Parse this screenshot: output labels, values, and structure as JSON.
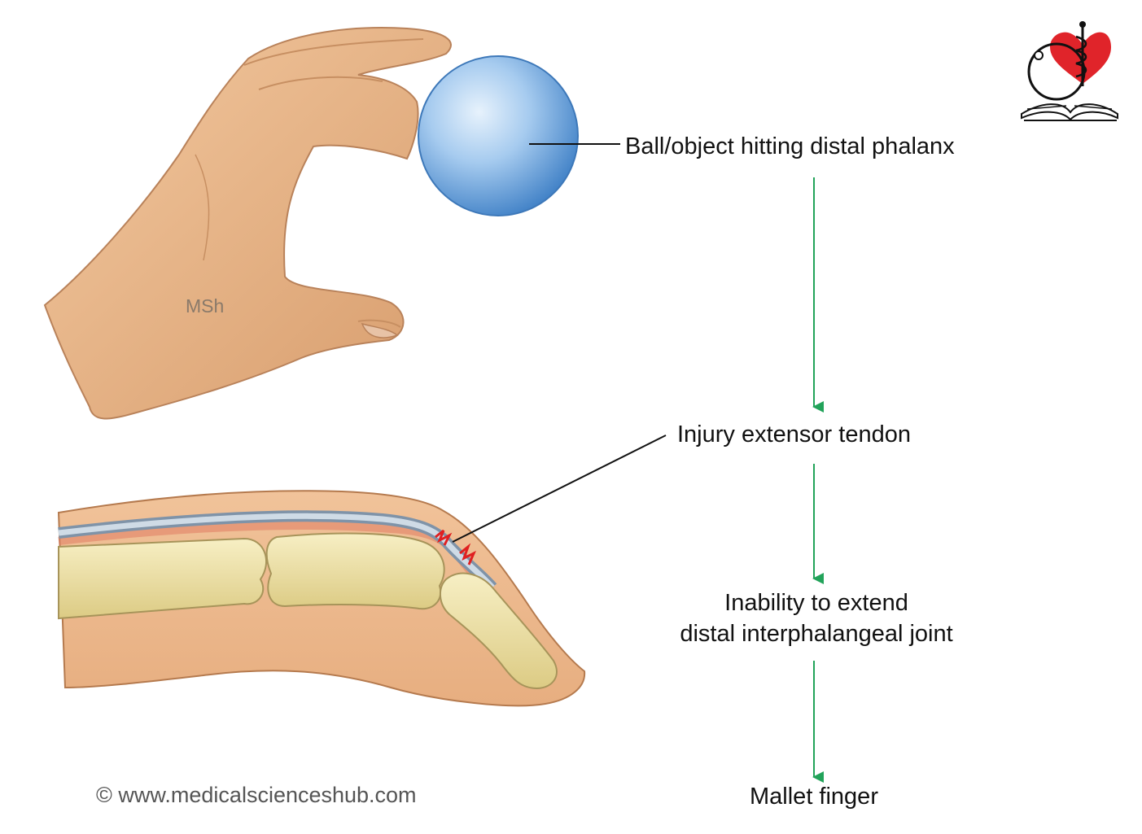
{
  "watermark": "MSh",
  "copyright": "© www.medicalscienceshub.com",
  "flow": {
    "step1": "Ball/object hitting distal phalanx",
    "step2": "Injury extensor tendon",
    "step3_line1": "Inability to extend",
    "step3_line2": "distal interphalangeal joint",
    "step4": "Mallet finger"
  },
  "colors": {
    "arrow": "#22a35a",
    "ball": "#5b9bd8",
    "skin": "#e8b98a",
    "bone": "#ece0a6",
    "tendon": "#a9b8c8",
    "injury": "#e02020",
    "logo_heart": "#e0242a"
  },
  "icons": {
    "logo": "heart-caduceus-book-logo"
  }
}
